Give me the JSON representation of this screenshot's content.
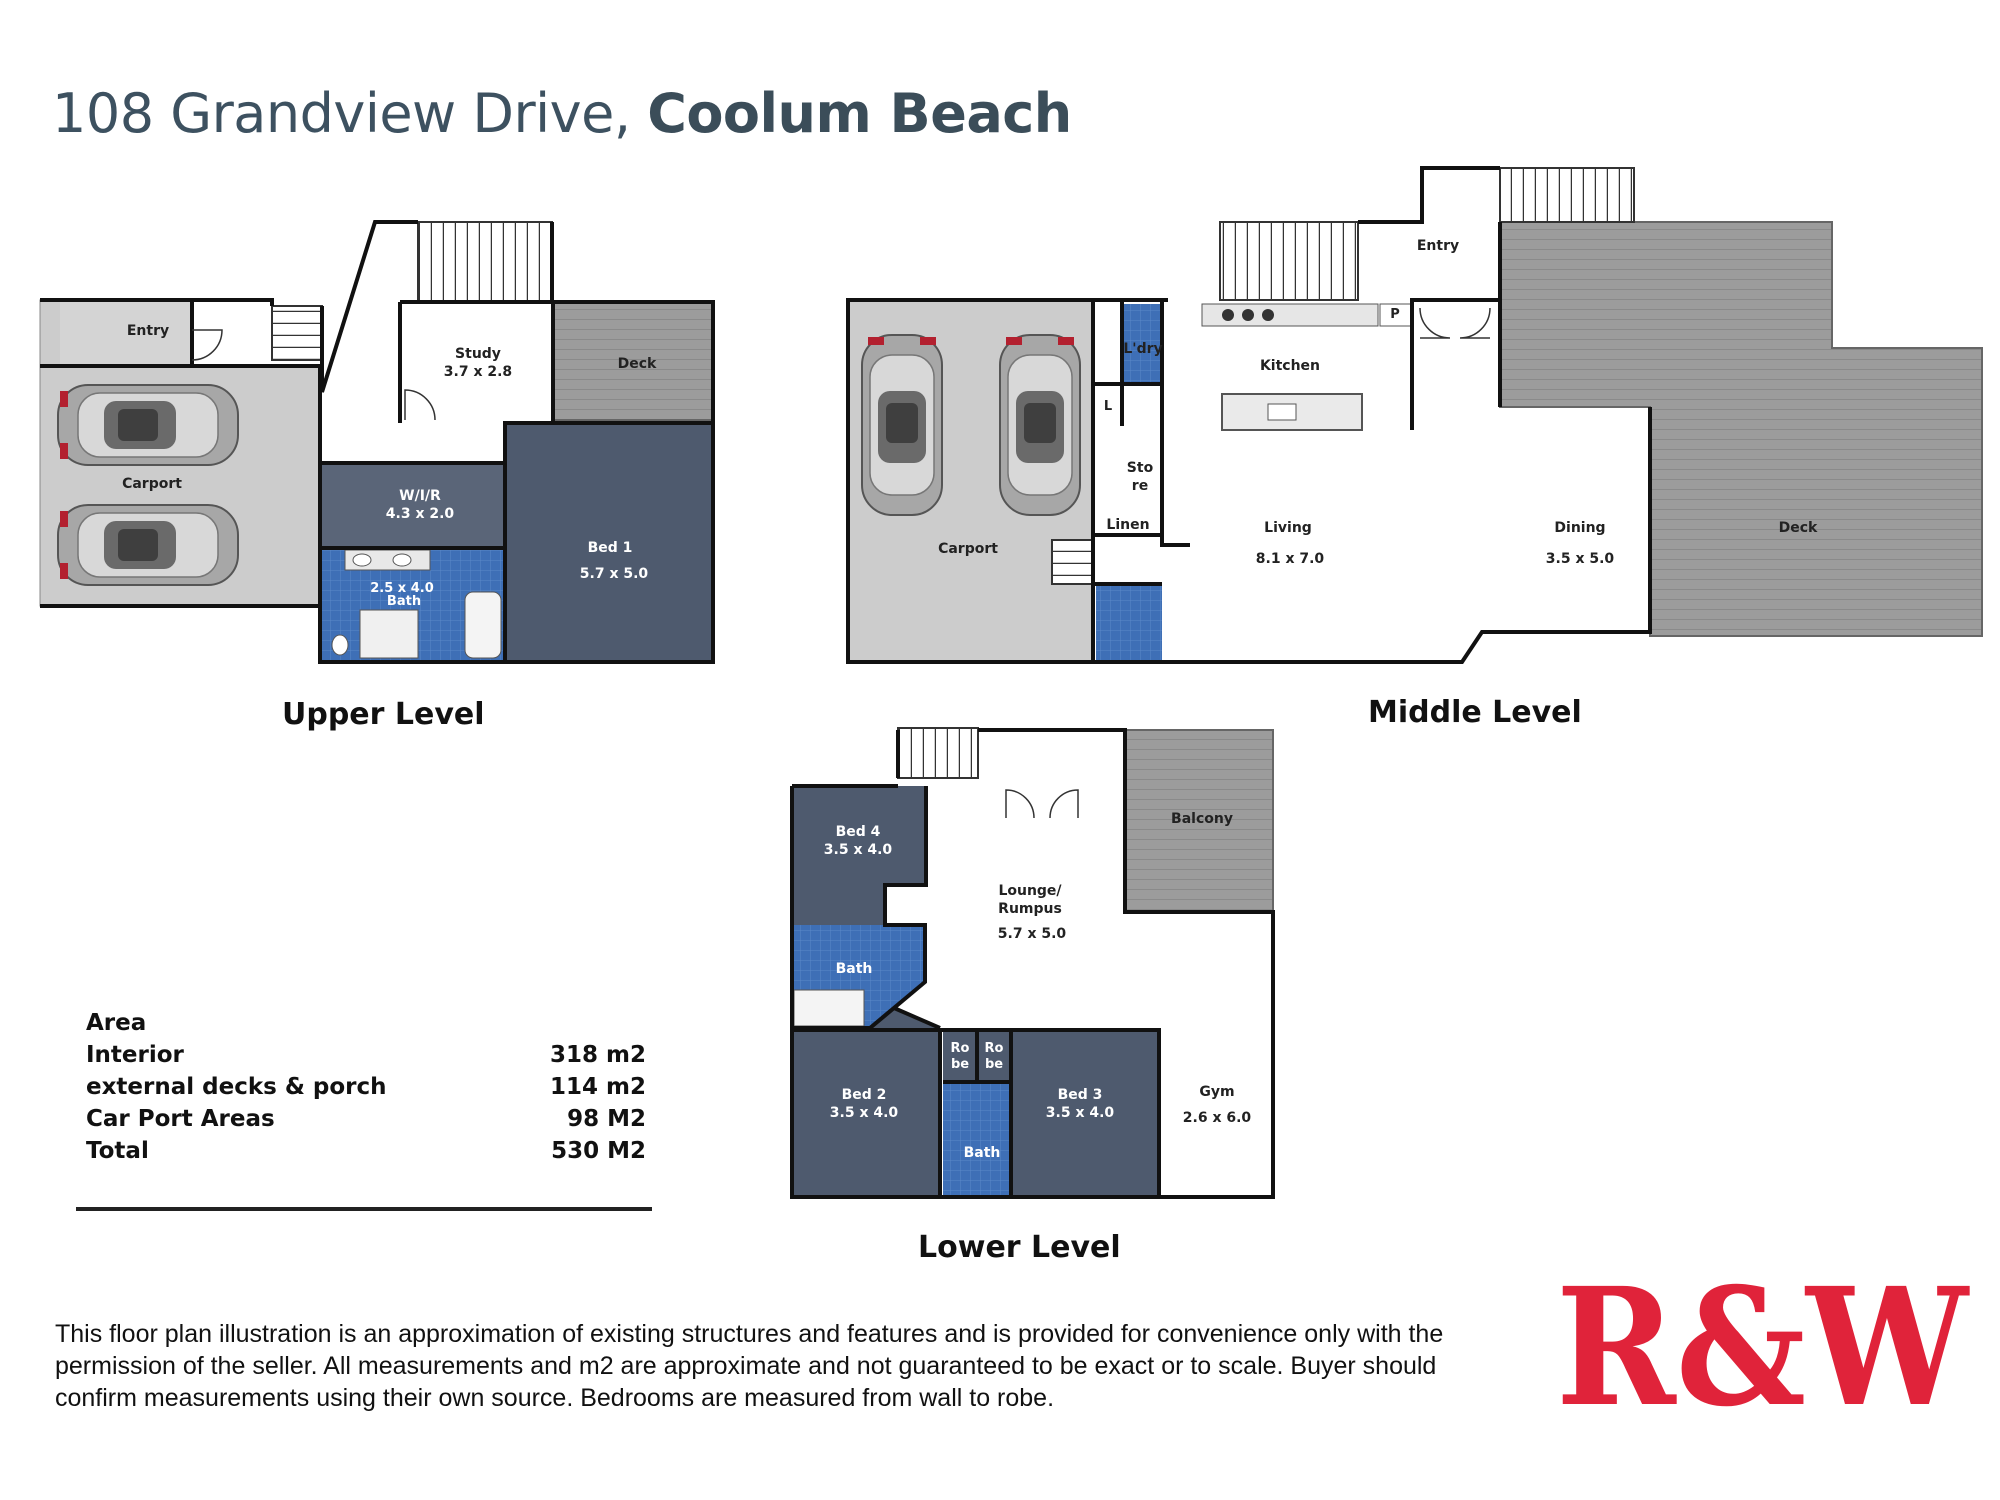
{
  "header": {
    "address": "108 Grandview Drive,",
    "suburb": "Coolum Beach"
  },
  "levels": {
    "upper": {
      "title": "Upper Level",
      "rooms": {
        "entry": "Entry",
        "carport": "Carport",
        "study": "Study",
        "study_dims": "3.7 x 2.8",
        "deck": "Deck",
        "wir": "W/I/R",
        "wir_dims": "4.3 x 2.0",
        "bed1": "Bed 1",
        "bed1_dims": "5.7 x 5.0",
        "bath_dims": "2.5 x 4.0",
        "bath": "Bath"
      }
    },
    "middle": {
      "title": "Middle Level",
      "rooms": {
        "entry": "Entry",
        "kitchen": "Kitchen",
        "ldry": "L'dry",
        "l": "L",
        "p": "P",
        "store1": "Sto",
        "store2": "re",
        "linen": "Linen",
        "carport": "Carport",
        "living": "Living",
        "living_dims": "8.1 x 7.0",
        "dining": "Dining",
        "dining_dims": "3.5 x 5.0",
        "deck": "Deck"
      }
    },
    "lower": {
      "title": "Lower Level",
      "rooms": {
        "bed4": "Bed 4",
        "bed4_dims": "3.5 x 4.0",
        "lounge1": "Lounge/",
        "lounge2": "Rumpus",
        "lounge_dims": "5.7 x 5.0",
        "balcony": "Balcony",
        "bath": "Bath",
        "robe_a1": "Ro",
        "robe_a2": "be",
        "robe_b1": "Ro",
        "robe_b2": "be",
        "bed2": "Bed 2",
        "bed2_dims": "3.5 x 4.0",
        "bed3": "Bed 3",
        "bed3_dims": "3.5 x 4.0",
        "bath2": "Bath",
        "gym": "Gym",
        "gym_dims": "2.6 x 6.0"
      }
    }
  },
  "area": {
    "heading": "Area",
    "rows": [
      {
        "label": "Interior",
        "value": "318 m2"
      },
      {
        "label": "external decks & porch",
        "value": "114 m2"
      },
      {
        "label": "Car Port Areas",
        "value": "98 M2"
      },
      {
        "label": "Total",
        "value": "530 M2"
      }
    ]
  },
  "disclaimer": "This floor plan illustration is an approximation of existing structures and features and is provided for convenience only with the permission of the seller. All measurements and m2 are approximate and not guaranteed to be exact or to scale. Buyer should confirm measurements using their own source. Bedrooms are measured from wall to robe.",
  "logo": {
    "text": "R&W",
    "color": "#e0233a"
  },
  "colors": {
    "dark_room": "#4e5a6e",
    "carport": "#cccccc",
    "deck": "#9a9a9a",
    "bath_tile": "#3f6fb5",
    "wall": "#111111"
  }
}
